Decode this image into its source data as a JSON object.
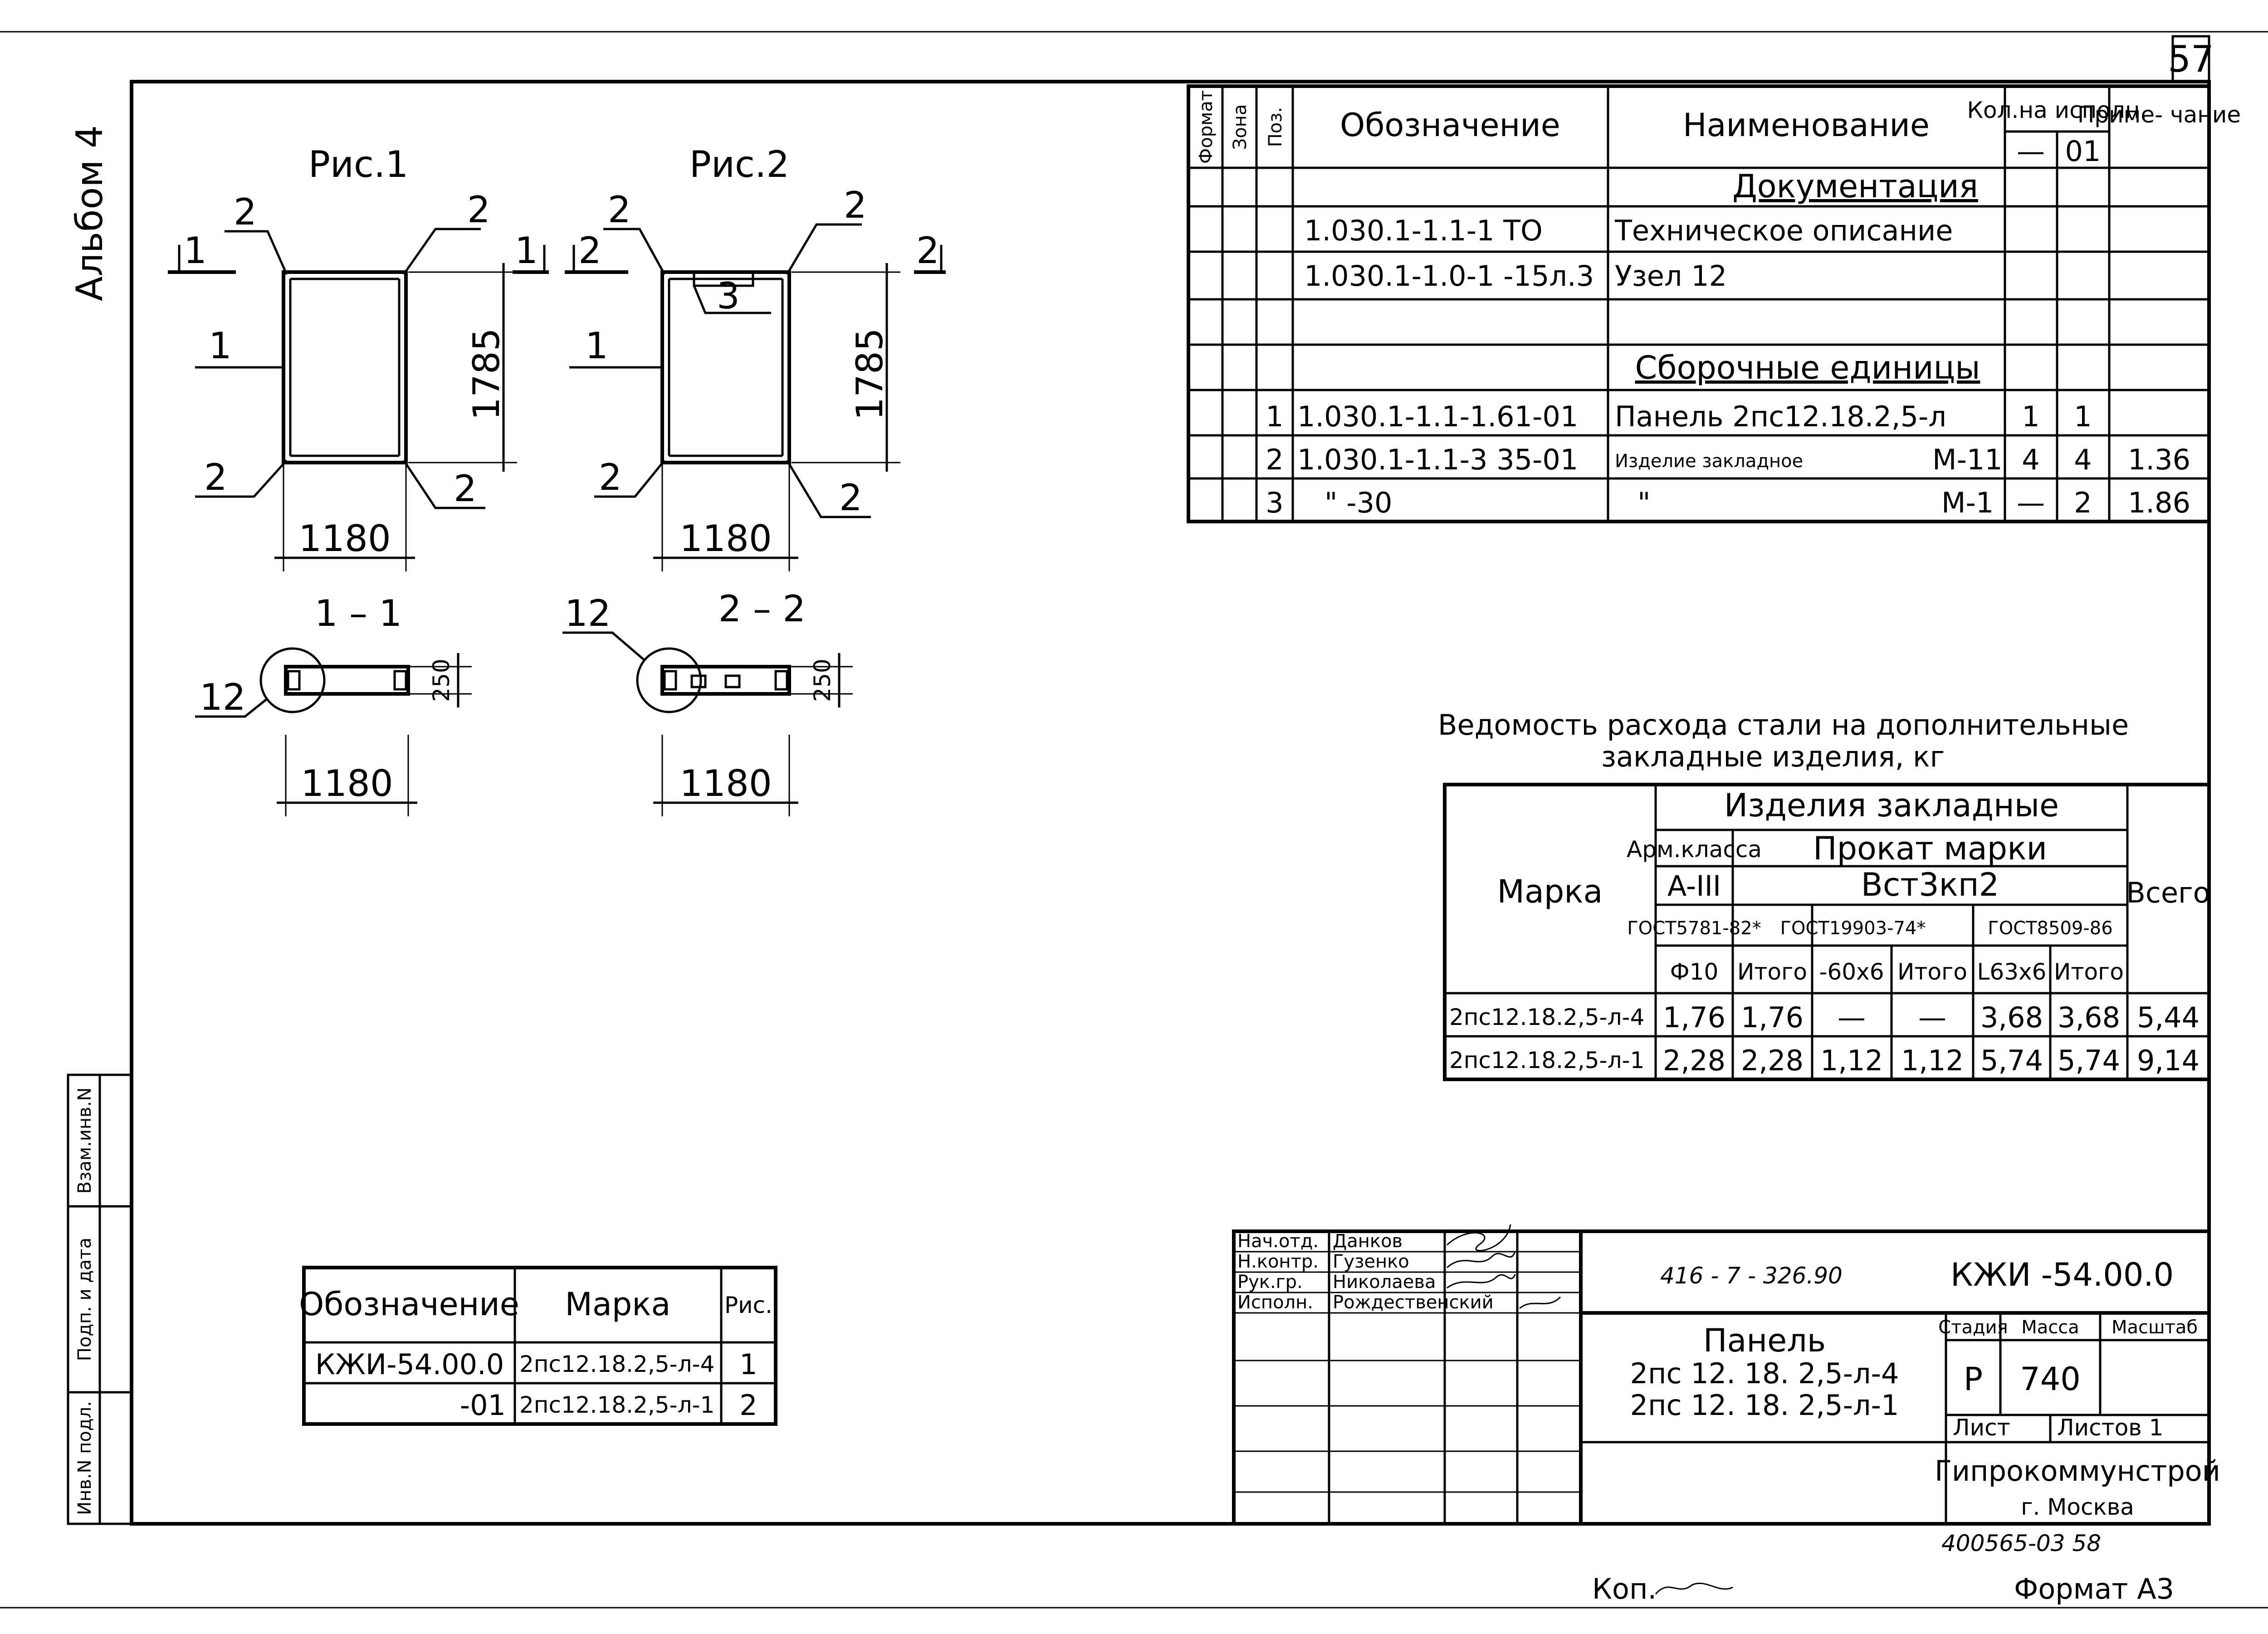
{
  "sheet_number": "57",
  "album": "Альбом 4",
  "figures": {
    "fig1_title": "Рис.1",
    "fig2_title": "Рис.2",
    "section1_title": "1 – 1",
    "section2_title": "2 – 2",
    "dim_height": "1785",
    "dim_width": "1180",
    "dim_thickness": "250",
    "label_1": "1",
    "label_2": "2",
    "label_3": "3",
    "label_12": "12",
    "cut_1": "1",
    "cut_2": "2"
  },
  "spec_table": {
    "headers": {
      "format": "Формат",
      "zone": "Зона",
      "pos": "Поз.",
      "designation": "Обозначение",
      "name": "Наименование",
      "qty": "Кол.на исполн.",
      "qty_dash": "—",
      "qty_01": "01",
      "note": "Приме- чание"
    },
    "section_docs": "Документация",
    "section_units": "Сборочные единицы",
    "rows": [
      {
        "pos": "",
        "designation": "1.030.1-1.1-1 ТО",
        "name": "Техническое описание",
        "q1": "",
        "q2": "",
        "note": ""
      },
      {
        "pos": "",
        "designation": "1.030.1-1.0-1 -15л.3",
        "name": "Узел 12",
        "q1": "",
        "q2": "",
        "note": ""
      },
      {
        "pos": "1",
        "designation": "1.030.1-1.1-1.61-01",
        "name": "Панель 2пс12.18.2,5-л",
        "q1": "1",
        "q2": "1",
        "note": ""
      },
      {
        "pos": "2",
        "designation": "1.030.1-1.1-3 35-01",
        "name": "Изделие закладное",
        "mark": "М-11",
        "q1": "4",
        "q2": "4",
        "note": "1.36"
      },
      {
        "pos": "3",
        "designation": "\"        -30",
        "name": "\"",
        "mark": "М-1",
        "q1": "—",
        "q2": "2",
        "note": "1.86"
      }
    ]
  },
  "steel_table": {
    "title_line1": "Ведомость расхода стали на дополнительные",
    "title_line2": "закладные изделия, кг",
    "h_mark": "Марка",
    "h_items": "Изделия закладные",
    "h_arm": "Арм.класса",
    "h_prokat": "Прокат марки",
    "h_a3": "A-III",
    "h_vst": "Вст3кп2",
    "h_total": "Всего",
    "h_gost1": "ГОСТ5781-82*",
    "h_gost2": "ГОСТ19903-74*",
    "h_gost3": "ГОСТ8509-86",
    "h_phi10": "Ф10",
    "h_itogo": "Итого",
    "h_60x6": "-60х6",
    "h_l63": "L63х6",
    "rows": [
      {
        "mark": "2пс12.18.2,5-л-4",
        "v": [
          "1,76",
          "1,76",
          "—",
          "—",
          "3,68",
          "3,68",
          "5,44"
        ]
      },
      {
        "mark": "2пс12.18.2,5-л-1",
        "v": [
          "2,28",
          "2,28",
          "1,12",
          "1,12",
          "5,74",
          "5,74",
          "9,14"
        ]
      }
    ]
  },
  "variants_table": {
    "h_designation": "Обозначение",
    "h_mark": "Марка",
    "h_fig": "Рис.",
    "rows": [
      {
        "designation": "КЖИ-54.00.0",
        "mark": "2пс12.18.2,5-л-4",
        "fig": "1"
      },
      {
        "designation": "-01",
        "mark": "2пс12.18.2,5-л-1",
        "fig": "2"
      }
    ]
  },
  "title_block": {
    "roles": [
      "Нач.отд.",
      "Н.контр.",
      "Рук.гр.",
      "Исполн."
    ],
    "names": [
      "Данков",
      "Гузенко",
      "Николаева",
      "Рождественский"
    ],
    "project_code": "416 - 7 - 326.90",
    "doc_code": "КЖИ -54.00.0",
    "title_l1": "Панель",
    "title_l2": "2пс 12. 18. 2,5-л-4",
    "title_l3": "2пс 12. 18. 2,5-л-1",
    "h_stage": "Стадия",
    "h_mass": "Масса",
    "h_scale": "Масштаб",
    "stage": "Р",
    "mass": "740",
    "sheet": "Лист",
    "sheets": "Листов 1",
    "org": "Гипрокоммунстрой",
    "city": "г. Москва"
  },
  "side_stamp": [
    "Инв.N подл.",
    "Подп. и дата",
    "Взам.инв.N"
  ],
  "footer": {
    "archive": "400565-03  58",
    "copy": "Коп.",
    "format": "Формат А3"
  }
}
